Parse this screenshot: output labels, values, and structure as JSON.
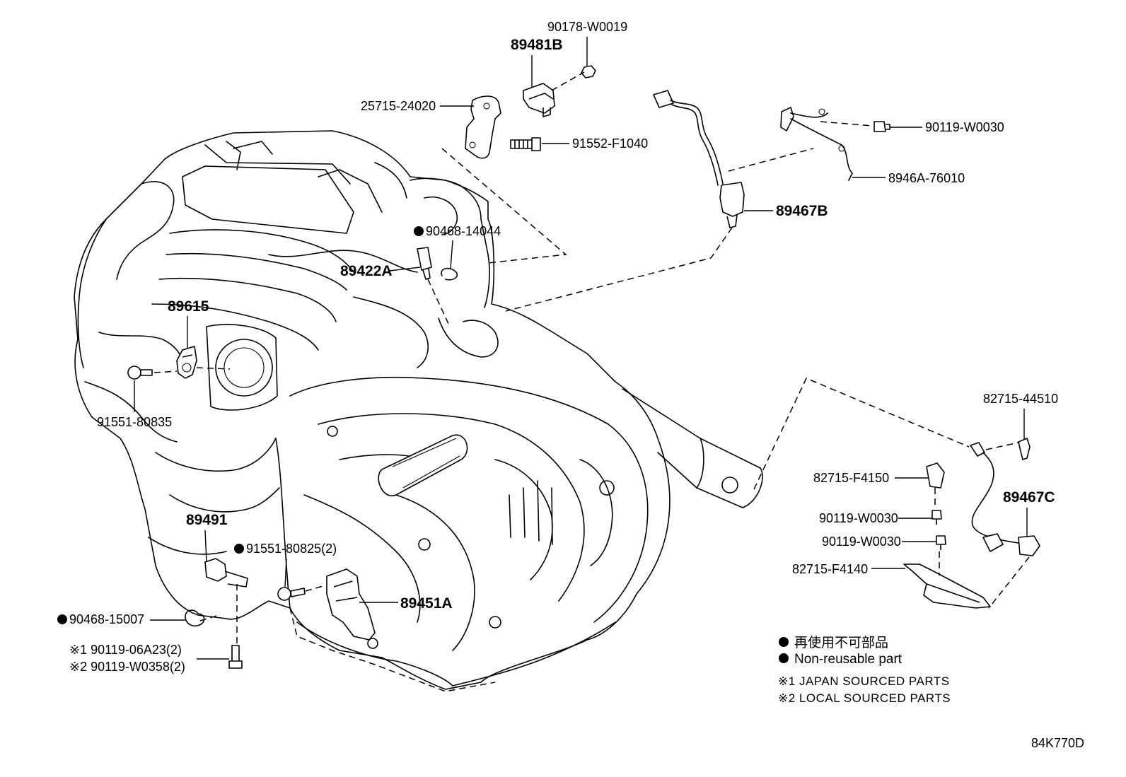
{
  "colors": {
    "line": "#000000",
    "background": "#ffffff"
  },
  "callouts": [
    {
      "part_number": "90178-W0019"
    },
    {
      "part_number": "89481B"
    },
    {
      "part_number": "25715-24020"
    },
    {
      "part_number": "91552-F1040"
    },
    {
      "part_number": "90119-W0030"
    },
    {
      "part_number": "8946A-76010"
    },
    {
      "part_number": "89467B"
    },
    {
      "part_number": "90468-14044",
      "non_reusable": true
    },
    {
      "part_number": "89422A"
    },
    {
      "part_number": "89615"
    },
    {
      "part_number": "91551-80835"
    },
    {
      "part_number": "82715-44510"
    },
    {
      "part_number": "82715-F4150"
    },
    {
      "part_number": "89467C"
    },
    {
      "part_number": "90119-W0030"
    },
    {
      "part_number": "90119-W0030"
    },
    {
      "part_number": "82715-F4140"
    },
    {
      "part_number": "89491"
    },
    {
      "part_number": "91551-80825(2)",
      "non_reusable": true
    },
    {
      "part_number": "89451A"
    },
    {
      "part_number": "90468-15007",
      "non_reusable": true
    },
    {
      "note_mark": "※1",
      "part_number": "90119-06A23(2)"
    },
    {
      "note_mark": "※2",
      "part_number": "90119-W0358(2)"
    }
  ],
  "legend": {
    "non_reusable_jp": "再使用不可部品",
    "non_reusable_en": "Non-reusable part",
    "notes": [
      {
        "mark": "※1",
        "text": "JAPAN SOURCED PARTS"
      },
      {
        "mark": "※2",
        "text": "LOCAL SOURCED PARTS"
      }
    ]
  },
  "diagram_code": "84K770D"
}
